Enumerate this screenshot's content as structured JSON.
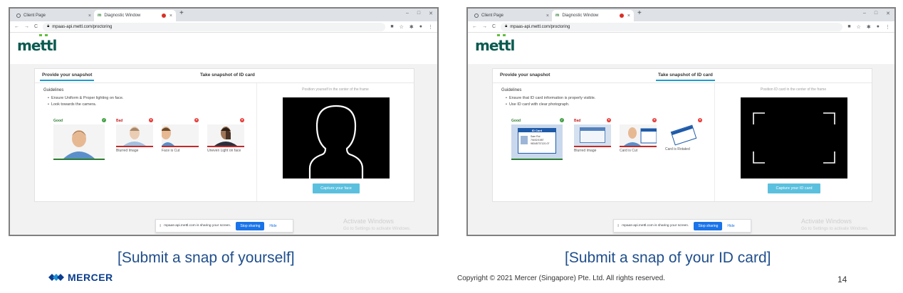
{
  "browser": {
    "tab1_title": "Client Page",
    "tab2_title": "Diagnostic Window",
    "tab_close_glyph": "×",
    "new_tab_glyph": "+",
    "url": "mpaas-api.mettl.com/proctoring",
    "window_controls": [
      "–",
      "□",
      "✕"
    ]
  },
  "app": {
    "logo_text": "mettl",
    "tab_snapshot": "Provide your snapshot",
    "tab_id": "Take snapshot of ID card"
  },
  "left_panel": {
    "guidelines_title": "Guidelines",
    "guidelines": [
      "Ensure Uniform & Proper lighting on face.",
      "Look towards the camera."
    ],
    "good_label": "Good",
    "bad_label": "Bad",
    "samples": [
      {
        "caption": "",
        "status": "good"
      },
      {
        "caption": "Blurred Image",
        "status": "bad"
      },
      {
        "caption": "Face is Cut",
        "status": "bad"
      },
      {
        "caption": "Uneven Light on face",
        "status": "bad"
      }
    ],
    "position_hint": "Position yourself in the center of the frame",
    "capture_button": "Capture your face"
  },
  "right_panel": {
    "guidelines_title": "Guidelines",
    "guidelines": [
      "Ensure that ID card information is properly visible.",
      "Use ID card with clear photograph."
    ],
    "good_label": "Good",
    "bad_label": "Bad",
    "samples": [
      {
        "caption": "",
        "status": "good"
      },
      {
        "caption": "Blurred Image",
        "status": "bad"
      },
      {
        "caption": "Card is Cut",
        "status": "bad"
      },
      {
        "caption": "Card is Rotated",
        "status": "bad"
      }
    ],
    "id_card_header": "ID Card",
    "id_card_name": "Sam Roi",
    "id_card_dob": "7/6/02/1987",
    "id_card_number": "98345737120-07",
    "position_hint": "Position ID card in the center of the frame",
    "capture_button": "Capture your ID card"
  },
  "windows_watermark": {
    "title": "Activate Windows",
    "subtitle": "Go to Settings to activate Windows."
  },
  "share_bar": {
    "grip": "⦀",
    "message": "mpaas-api.mettl.com is sharing your screen.",
    "stop_button": "Stop sharing",
    "hide_link": "Hide"
  },
  "captions": {
    "left": "[Submit a snap of yourself]",
    "right": "[Submit a snap of your ID card]"
  },
  "footer": {
    "brand": "MERCER",
    "copyright": "Copyright © 2021 Mercer (Singapore) Pte. Ltd. All rights reserved.",
    "page_number": "14"
  },
  "colors": {
    "accent_blue": "#1f9bcf",
    "capture_button": "#5bc0de",
    "good_green": "#2e7d32",
    "bad_red": "#c62828",
    "mettl_green": "#5fbf3a",
    "caption_blue": "#1f4e8c"
  },
  "icons": [
    "globe-icon",
    "mettl-favicon",
    "recording-dot-icon",
    "back-arrow-icon",
    "forward-arrow-icon",
    "reload-icon",
    "lock-icon",
    "camera-icon",
    "star-icon",
    "extensions-icon",
    "profile-icon",
    "menu-dots-icon",
    "check-icon",
    "cross-icon",
    "mercer-logo-icon"
  ]
}
